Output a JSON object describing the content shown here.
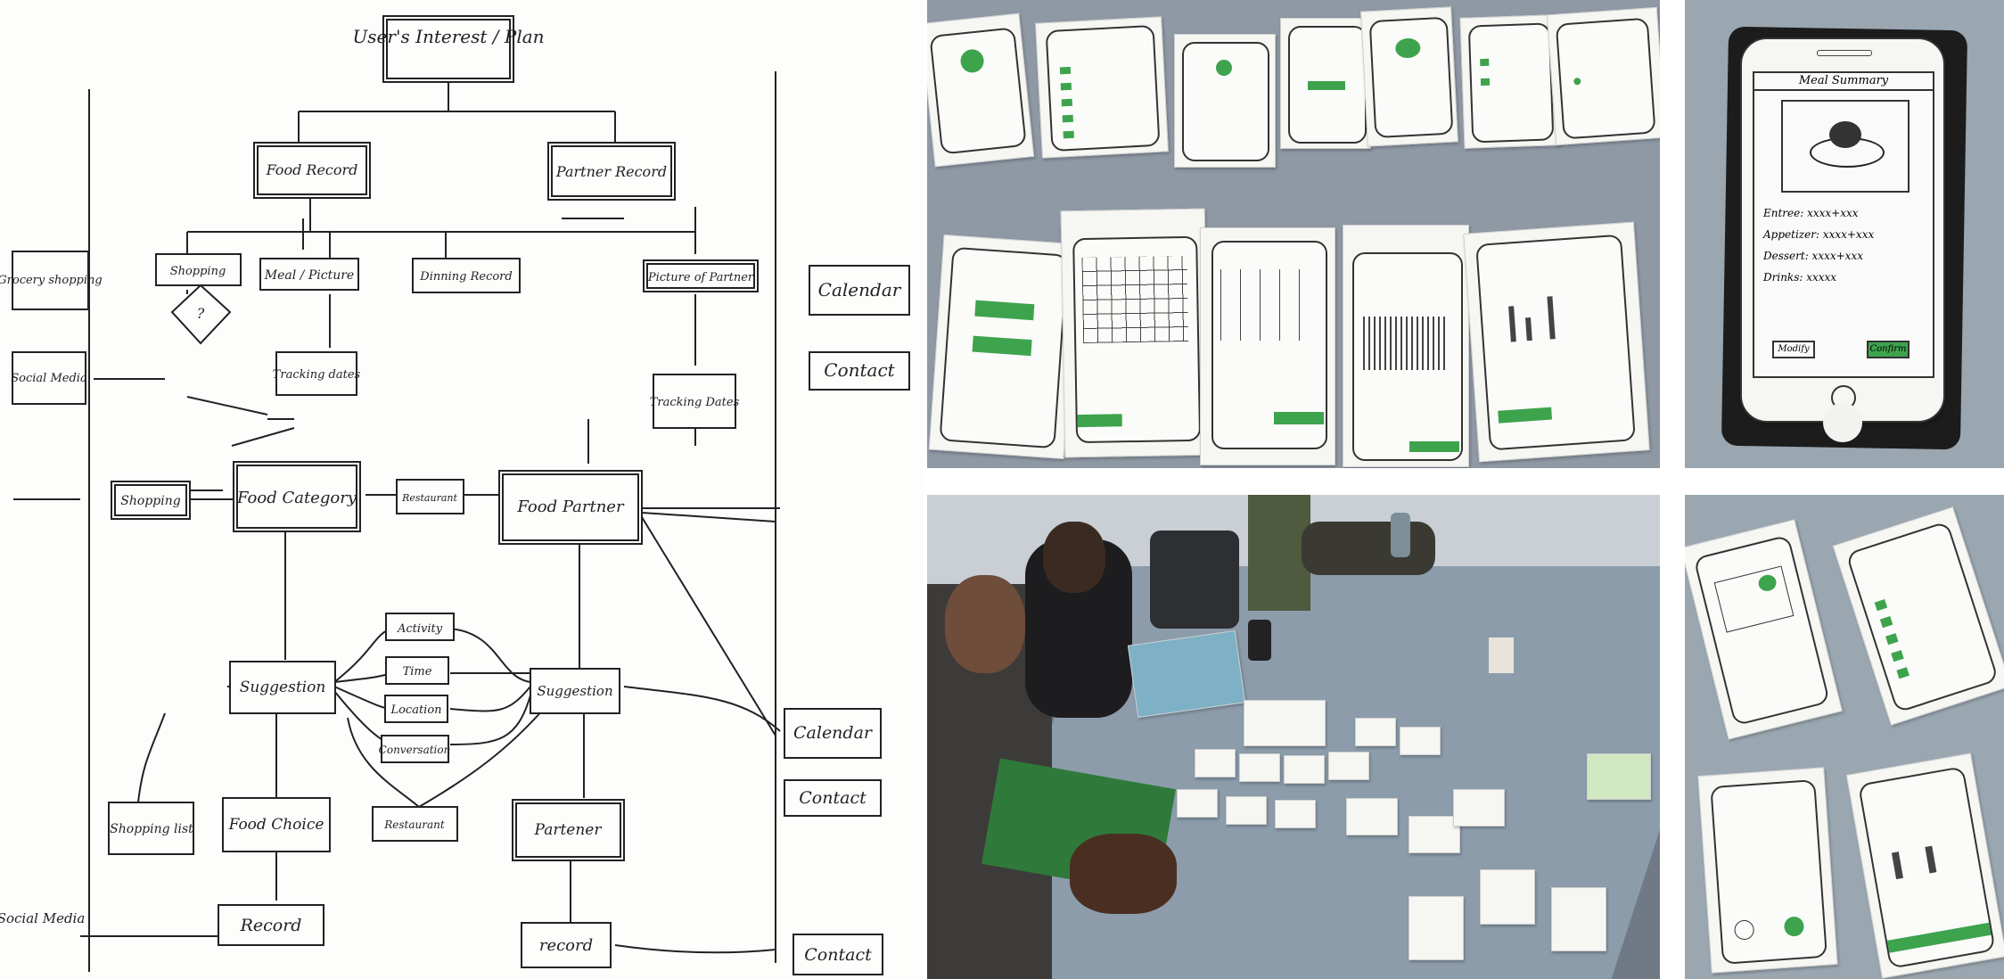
{
  "flowchart": {
    "root": "User's Interest / Plan",
    "food_record": "Food Record",
    "partner_record": "Partner Record",
    "shopping_top": "Shopping",
    "meal_picture": "Meal / Picture",
    "dinning_record": "Dinning Record",
    "picture_of_partner": "Picture of Partner",
    "calendar_top": "Calendar",
    "contact_top": "Contact",
    "grocery_shopping": "Grocery shopping",
    "social_media_left": "Social Media",
    "diamond": "?",
    "tracking_dates_left": "Tracking dates",
    "tracking_dates_right": "Tracking Dates",
    "shopping_mid": "Shopping",
    "food_category": "Food Category",
    "restaurant_mid": "Restaurant",
    "food_partner": "Food Partner",
    "activity": "Activity",
    "time": "Time",
    "location": "Location",
    "conversation": "Conversation",
    "suggestion_left": "Suggestion",
    "suggestion_right": "Suggestion",
    "calendar_bottom": "Calendar",
    "contact_mid": "Contact",
    "shopping_list": "Shopping list",
    "food_choice": "Food Choice",
    "restaurant_bottom": "Restaurant",
    "partner": "Partener",
    "record_left": "Record",
    "record_right": "record",
    "contact_bottom": "Contact",
    "social_media_bottom": "Social Media"
  },
  "prototype": {
    "title": "Meal Summary",
    "entree": "Entree: xxxx+xxx",
    "appetizer": "Appetizer: xxxx+xxx",
    "dessert": "Dessert: xxxx+xxx",
    "drinks": "Drinks: xxxxx",
    "modify": "Modify",
    "confirm": "Confirm"
  },
  "colors": {
    "paper_green": "#3ea34d",
    "table_gray": "#8e99a4",
    "ink": "#222222"
  }
}
